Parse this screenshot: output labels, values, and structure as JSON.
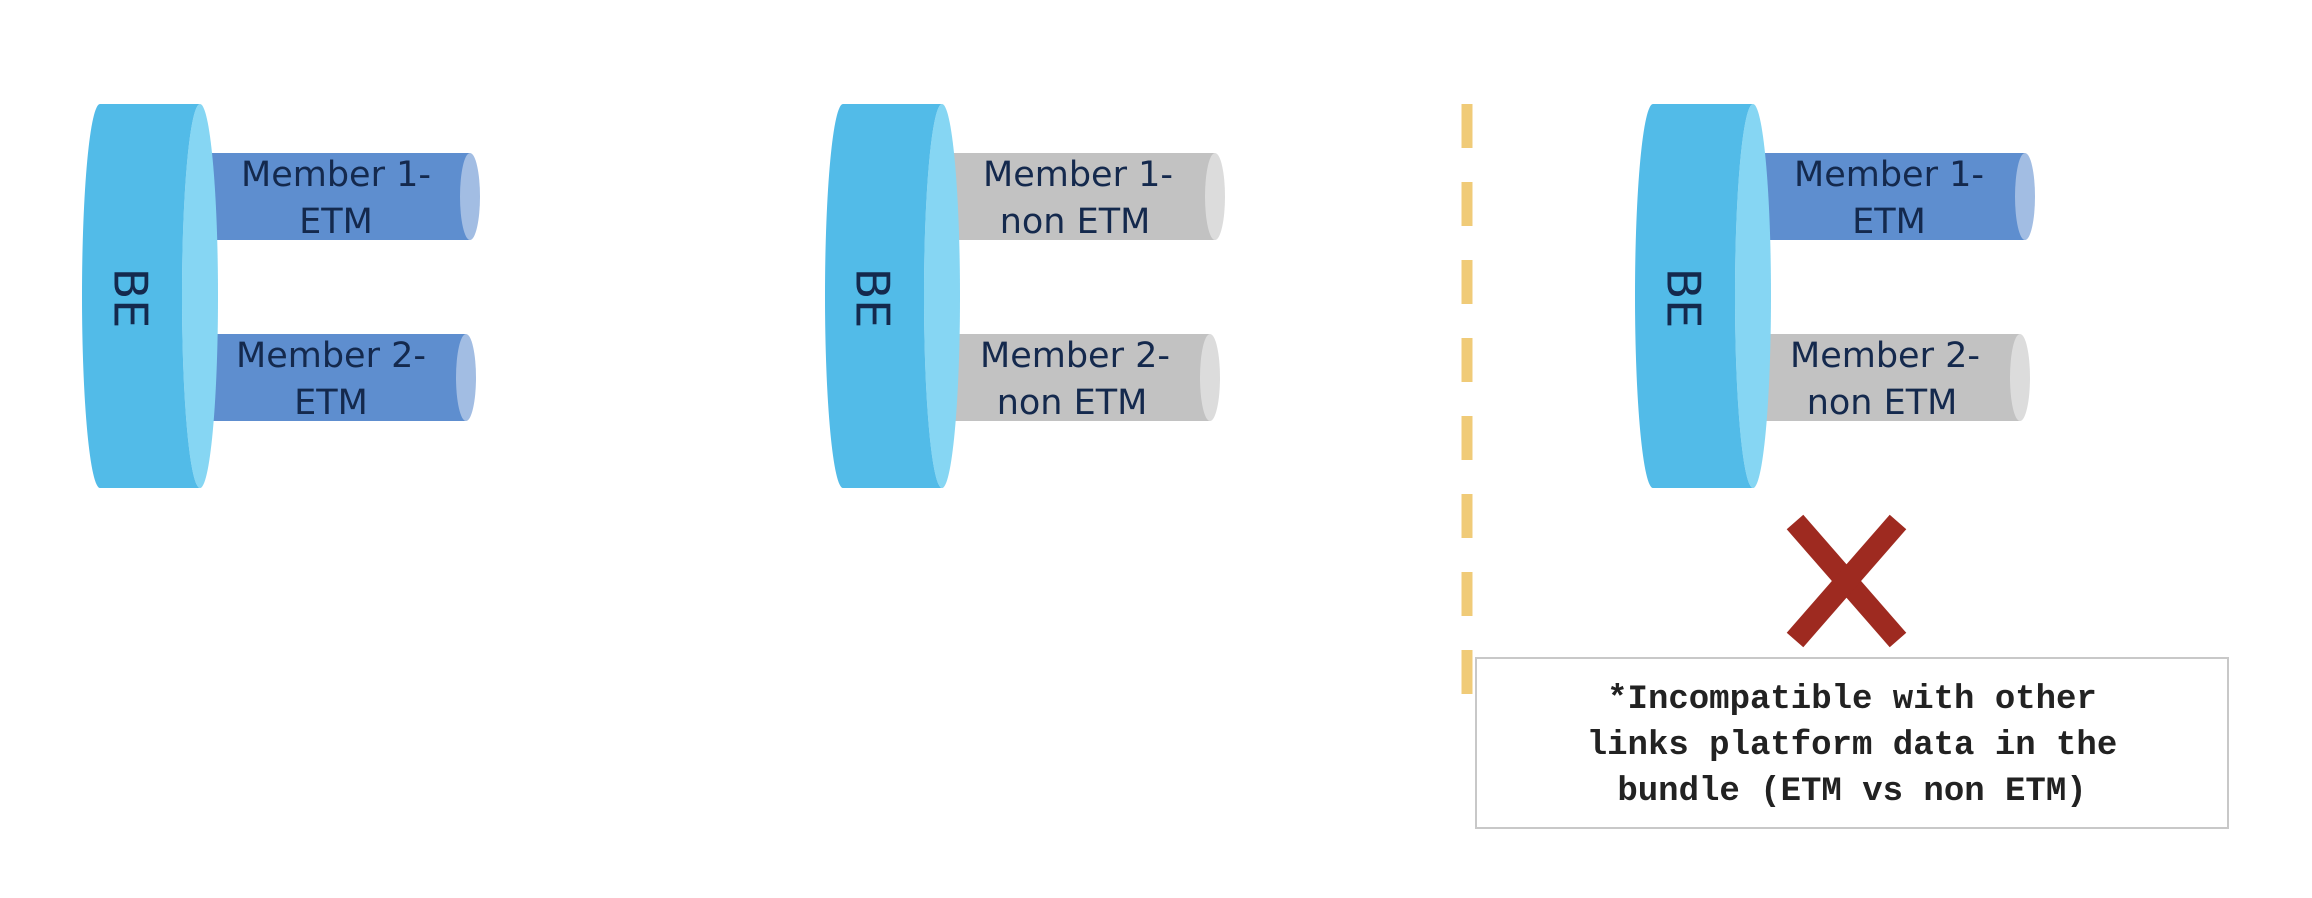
{
  "colors": {
    "bundle_front": "#52bbe8",
    "bundle_rim": "#86d6f3",
    "etm_body": "#5e8ecf",
    "etm_cap": "#a2bde3",
    "non_etm_body": "#c2c2c2",
    "non_etm_cap": "#dcdcdc",
    "text": "#14294d",
    "divider": "#f0cb78",
    "cross": "#9e2a20",
    "note_border": "#c8c8c8"
  },
  "diagrams": [
    {
      "bundle_label": "BE",
      "members": [
        {
          "line1": "Member 1-",
          "line2": "ETM",
          "kind": "etm"
        },
        {
          "line1": "Member 2-",
          "line2": "ETM",
          "kind": "etm"
        }
      ]
    },
    {
      "bundle_label": "BE",
      "members": [
        {
          "line1": "Member 1-",
          "line2": "non ETM",
          "kind": "non-etm"
        },
        {
          "line1": "Member 2-",
          "line2": "non ETM",
          "kind": "non-etm"
        }
      ]
    },
    {
      "bundle_label": "BE",
      "members": [
        {
          "line1": "Member 1-",
          "line2": "ETM",
          "kind": "etm"
        },
        {
          "line1": "Member 2-",
          "line2": "non ETM",
          "kind": "non-etm"
        }
      ]
    }
  ],
  "incompatible_marker": "cross-icon",
  "note": {
    "lines": [
      "*Incompatible with other",
      "links platform data in the",
      "bundle (ETM vs non ETM)"
    ]
  }
}
